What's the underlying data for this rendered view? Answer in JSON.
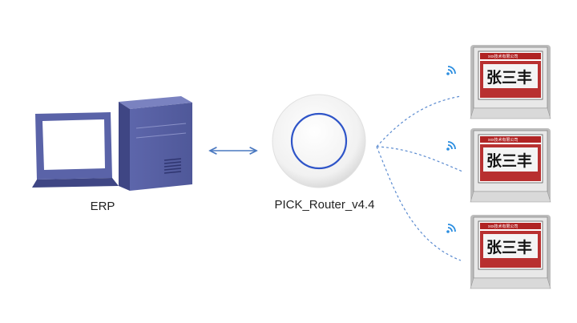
{
  "nodes": {
    "erp": {
      "label": "ERP"
    },
    "router": {
      "label": "PICK_Router_v4.4"
    }
  },
  "tags": [
    {
      "header": "xxx技术有限公司",
      "name": "张三丰"
    },
    {
      "header": "xxx技术有限公司",
      "name": "张三丰"
    },
    {
      "header": "xxx技术有限公司",
      "name": "张三丰"
    }
  ],
  "colors": {
    "computer": "#5a63a8",
    "computer_dark": "#3f4684",
    "link": "#4a78c0",
    "wifi": "#2a8de0",
    "tag_header": "#b02424",
    "tag_body": "#d8d8d8"
  }
}
